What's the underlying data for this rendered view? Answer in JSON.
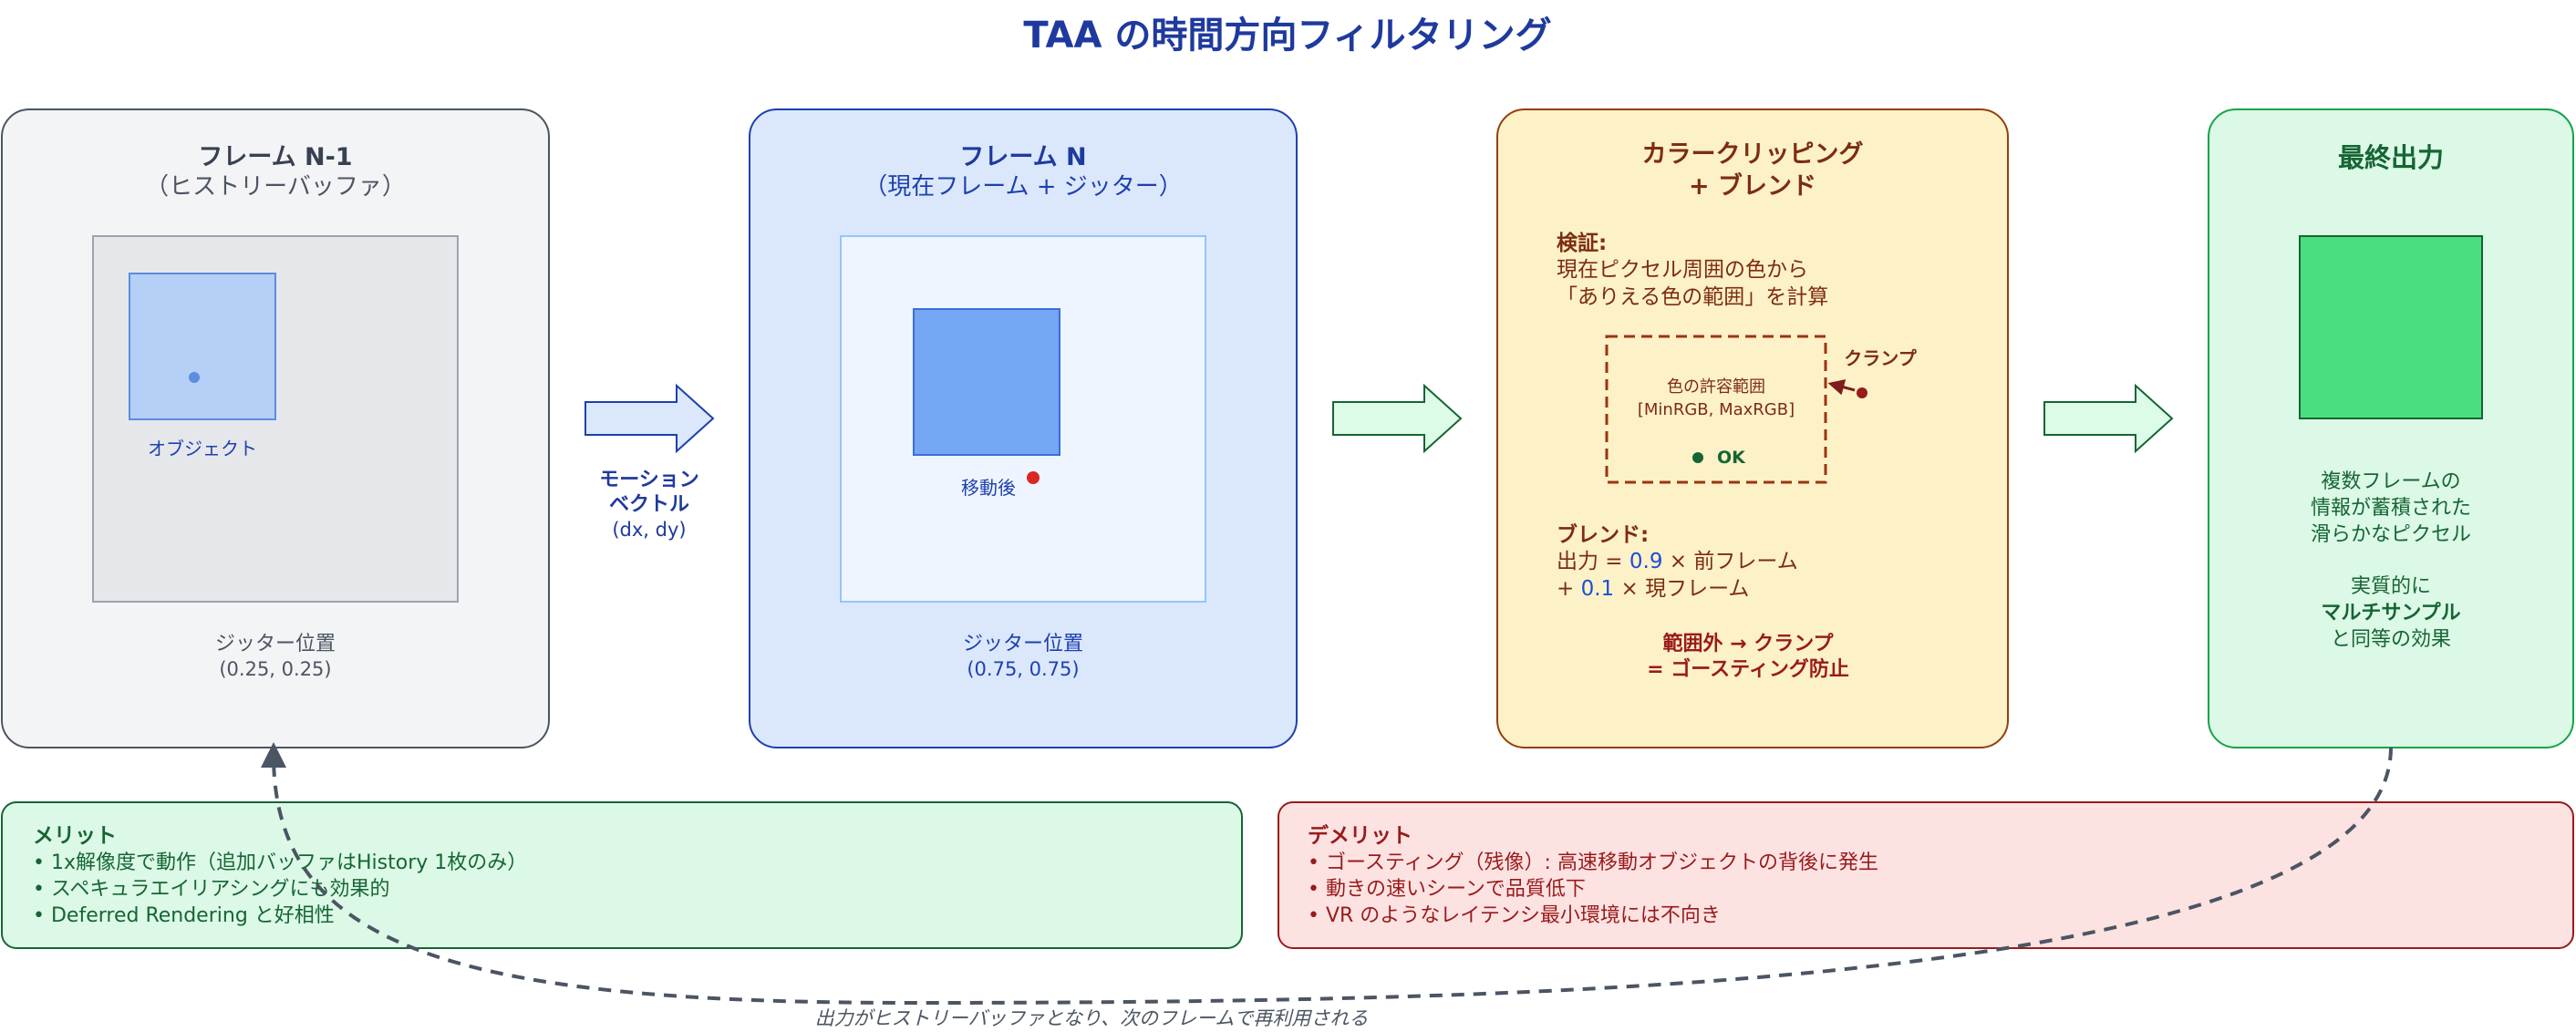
{
  "title": "TAA の時間方向フィルタリング",
  "panel1": {
    "title": "フレーム N-1",
    "subtitle": "（ヒストリーバッファ）",
    "object_label": "オブジェクト",
    "jitter_label": "ジッター位置",
    "jitter_value": "(0.25, 0.25)"
  },
  "panel2": {
    "title": "フレーム N",
    "subtitle": "（現在フレーム + ジッター）",
    "moved_label": "移動後",
    "jitter_label": "ジッター位置",
    "jitter_value": "(0.75, 0.75)"
  },
  "motion": {
    "line1": "モーション",
    "line2": "ベクトル",
    "line3": "(dx, dy)"
  },
  "panel3": {
    "title_line1": "カラークリッピング",
    "title_line2": "+ ブレンド",
    "verify_heading": "検証:",
    "verify_line1": "現在ピクセル周囲の色から",
    "verify_line2": "「ありえる色の範囲」を計算",
    "range_line1": "色の許容範囲",
    "range_line2": "[MinRGB, MaxRGB]",
    "clamp_label": "クランプ",
    "ok_label": "OK",
    "blend_heading": "ブレンド:",
    "blend_line1_prefix": "出力 = ",
    "blend_line1_value": "0.9",
    "blend_line1_suffix": " × 前フレーム",
    "blend_line2_prefix": "+ ",
    "blend_line2_value": "0.1",
    "blend_line2_suffix": " × 現フレーム",
    "note_line1": "範囲外 → クランプ",
    "note_line2": "= ゴースティング防止"
  },
  "panel4": {
    "title": "最終出力",
    "desc_line1": "複数フレームの",
    "desc_line2": "情報が蓄積された",
    "desc_line3": "滑らかなピクセル",
    "desc_line4": "実質的に",
    "desc_line5": "マルチサンプル",
    "desc_line6": "と同等の効果"
  },
  "merits": {
    "heading": "メリット",
    "items": [
      "• 1x解像度で動作（追加バッファはHistory 1枚のみ）",
      "• スペキュラエイリアシングにも効果的",
      "• Deferred Rendering と好相性"
    ]
  },
  "demerits": {
    "heading": "デメリット",
    "items": [
      "• ゴースティング（残像）: 高速移動オブジェクトの背後に発生",
      "• 動きの速いシーンで品質低下",
      "• VR のようなレイテンシ最小環境には不向き"
    ]
  },
  "feedback_label": "出力がヒストリーバッファとなり、次のフレームで再利用される",
  "colors": {
    "title_blue": "#1e3a9e",
    "grey_panel": "#f3f4f6",
    "blue_panel": "#dbe8fc",
    "yellow_panel": "#fdf1c7",
    "green_panel": "#dbf9e6",
    "red_panel": "#fde2e2",
    "brown": "#7c2d12",
    "green_dark": "#166534",
    "output_green": "#4ade80"
  }
}
